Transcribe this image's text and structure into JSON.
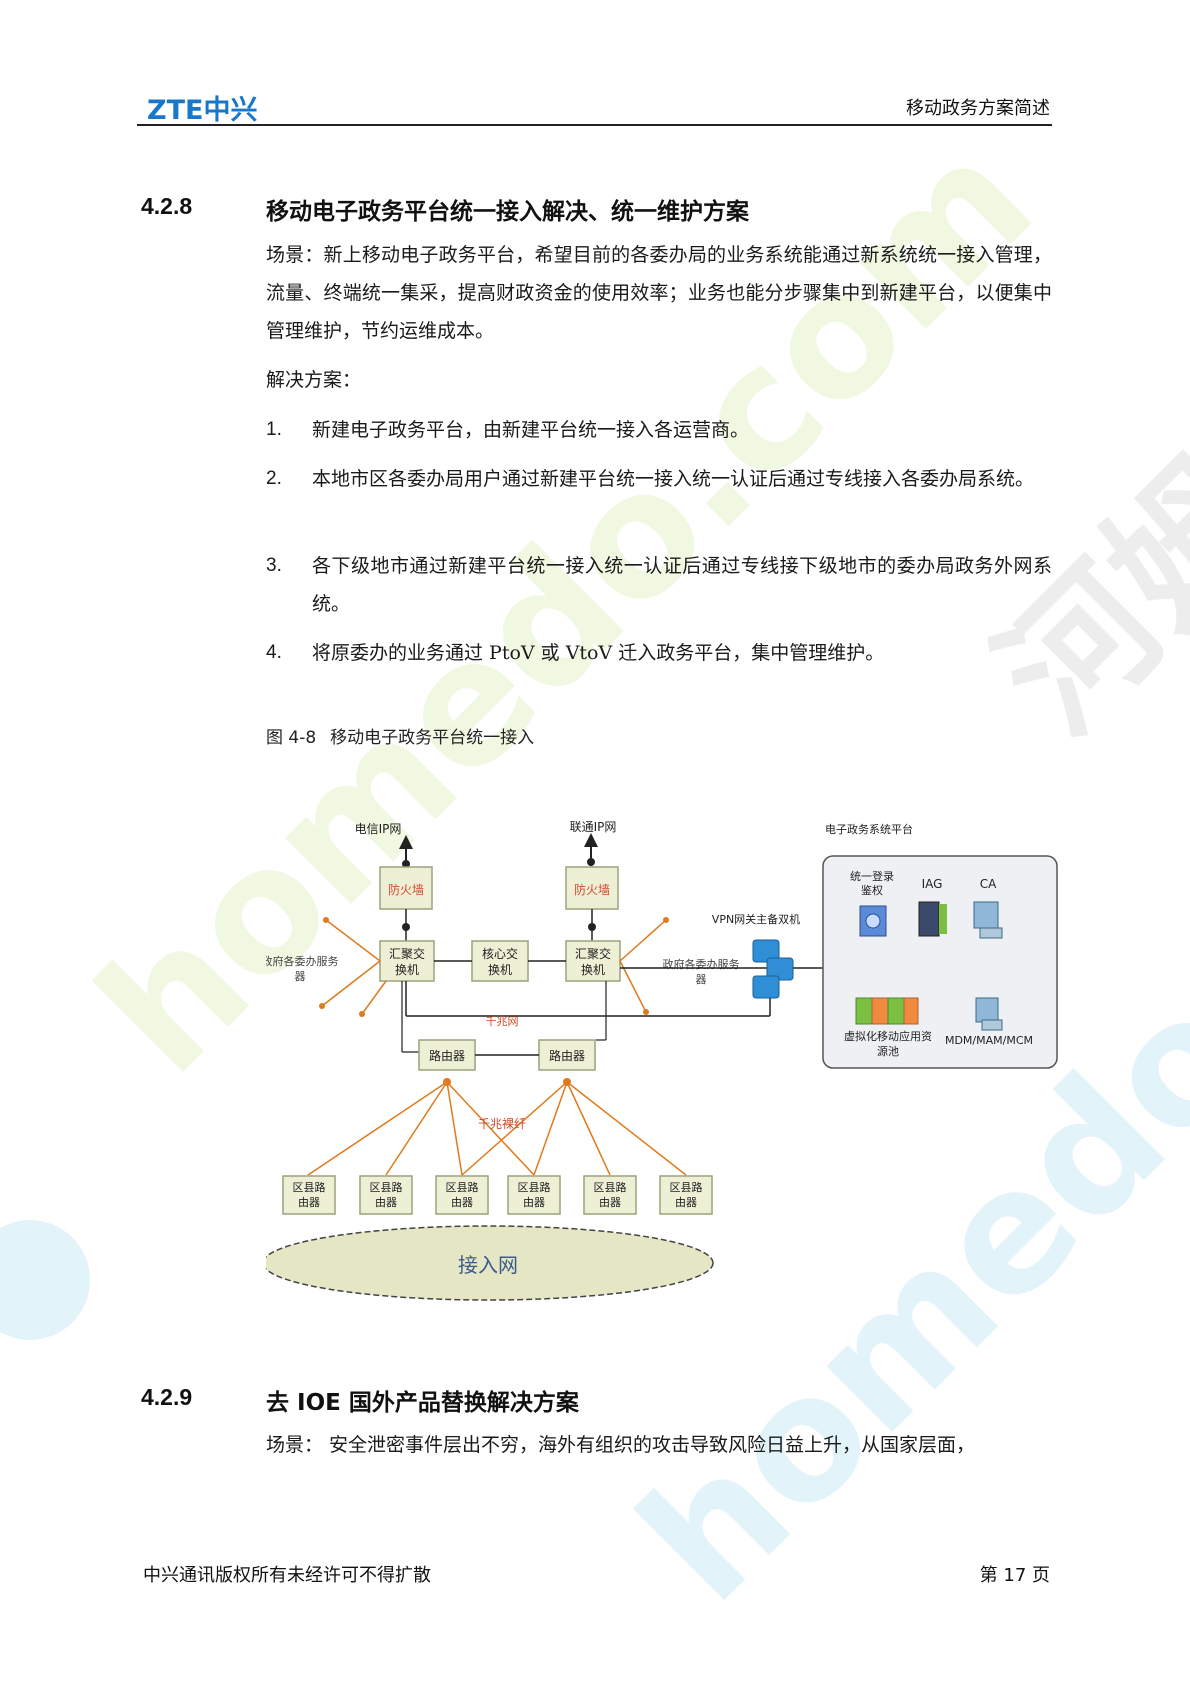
{
  "header": {
    "logo_text": "ZTE中兴",
    "doc_title": "移动政务方案简述"
  },
  "section_428": {
    "number": "4.2.8",
    "title": "移动电子政务平台统一接入解决、统一维护方案",
    "scene": "场景：新上移动电子政务平台，希望目前的各委办局的业务系统能通过新系统统一接入管理，流量、终端统一集采，提高财政资金的使用效率；业务也能分步骤集中到新建平台，以便集中管理维护，节约运维成本。",
    "solution_label": "解决方案：",
    "items": [
      {
        "num": "1.",
        "text": "新建电子政务平台，由新建平台统一接入各运营商。"
      },
      {
        "num": "2.",
        "text": "本地市区各委办局用户通过新建平台统一接入统一认证后通过专线接入各委办局系统。"
      },
      {
        "num": "3.",
        "text": "各下级地市通过新建平台统一接入统一认证后通过专线接下级地市的委办局政务外网系统。"
      },
      {
        "num": "4.",
        "text": "将原委办的业务通过 PtoV 或 VtoV 迁入政务平台，集中管理维护。"
      }
    ]
  },
  "figure": {
    "label": "图 4-8",
    "title": "移动电子政务平台统一接入",
    "diagram": {
      "telecom_ip": "电信IP网",
      "unicom_ip": "联通IP网",
      "firewall_left": "防火墙",
      "firewall_right": "防火墙",
      "agg_switch_left": "汇聚交换机",
      "core_switch": "核心交换机",
      "agg_switch_right": "汇聚交换机",
      "gov_server_left": "政府各委办服务器",
      "gov_server_right": "政府各委办服务器",
      "gigabit_net": "千兆网",
      "router_left": "路由器",
      "router_right": "路由器",
      "gigabit_fiber": "千兆裸纤",
      "county_routers": [
        "区县路由器",
        "区县路由器",
        "区县路由器",
        "区县路由器",
        "区县路由器",
        "区县路由器"
      ],
      "access_network": "接入网",
      "vpn_gateway": "VPN网关主备双机",
      "platform_title": "电子政务系统平台",
      "sso": "统一登录鉴权",
      "iag": "IAG",
      "ca": "CA",
      "virtual_pool": "虚拟化移动应用资源池",
      "mdm": "MDM/MAM/MCM"
    }
  },
  "section_429": {
    "number": "4.2.9",
    "title": "去 IOE 国外产品替换解决方案",
    "scene": "场景：  安全泄密事件层出不穷，海外有组织的攻击导致风险日益上升，从国家层面，"
  },
  "footer": {
    "copyright": "中兴通讯版权所有未经许可不得扩散",
    "page": "第 17 页"
  },
  "watermark": {
    "brand": "homedo.com",
    "cn": "河姆渡"
  },
  "colors": {
    "logo_blue": "#1877c8",
    "diagram_orange": "#e07a1c",
    "box_fill": "#eef0d6",
    "box_border": "#9aa27a",
    "firewall_red": "#d24a2a",
    "ellipse_fill": "#e4e6c4"
  }
}
